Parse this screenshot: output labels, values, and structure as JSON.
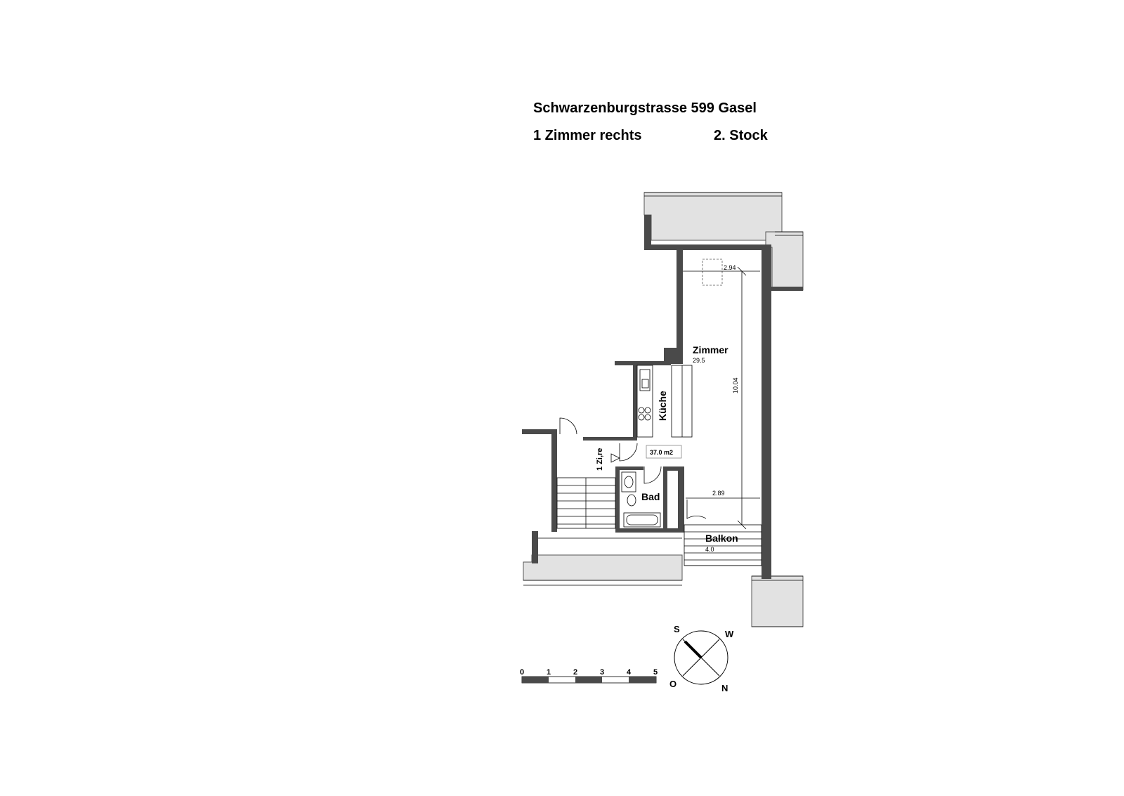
{
  "header": {
    "address": "Schwarzenburgstrasse 599 Gasel",
    "unit": "1 Zimmer rechts",
    "floor": "2. Stock"
  },
  "rooms": {
    "zimmer": {
      "label": "Zimmer",
      "area": "29.5"
    },
    "kueche": {
      "label": "Küche"
    },
    "bad": {
      "label": "Bad"
    },
    "balkon": {
      "label": "Balkon",
      "area": "4.0"
    },
    "entrance": {
      "label": "1 Zi,re"
    },
    "total_area": "37.0 m2"
  },
  "dimensions": {
    "top_width": "2.94",
    "length": "10.04",
    "bottom_width": "2.89"
  },
  "scale_bar": {
    "ticks": [
      "0",
      "1",
      "2",
      "3",
      "4",
      "5"
    ]
  },
  "compass": {
    "s": "S",
    "w": "W",
    "n": "N",
    "o": "O"
  }
}
